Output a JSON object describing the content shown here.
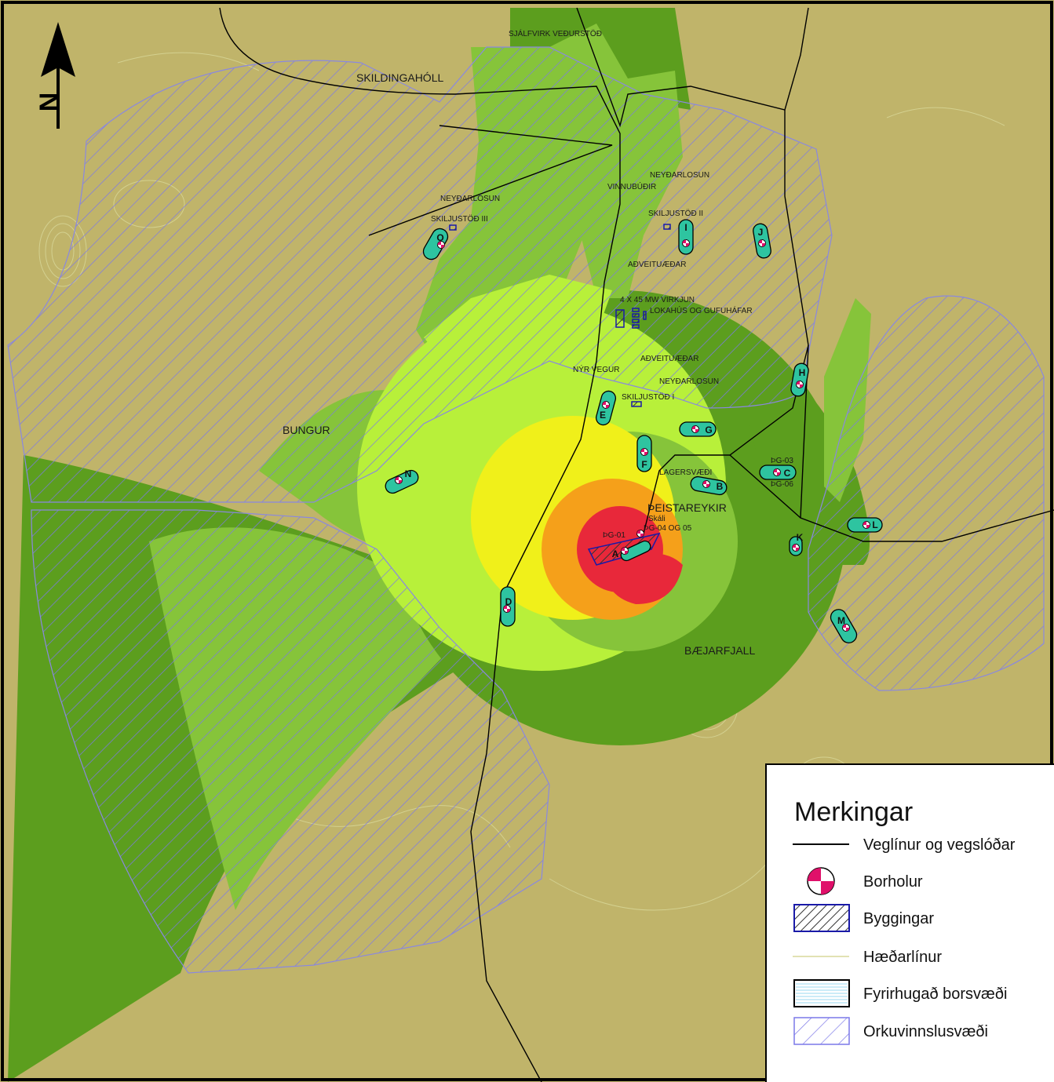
{
  "colors": {
    "background": "#c0b46a",
    "zone_outer": "#5c9e1e",
    "zone_mid": "#86c43a",
    "zone_light": "#b8f03a",
    "zone_yellow": "#f0f01a",
    "zone_orange": "#f5a01a",
    "zone_red": "#e8283a",
    "hatch": "#7b78e8",
    "road": "#000000",
    "contour": "#d8d89a",
    "well_pad": "#2ec4a0",
    "well_marker": "#e0106a",
    "building": "#1a1aa8"
  },
  "north_arrow": {
    "icon": "north-arrow-icon",
    "label": "N"
  },
  "place_labels": [
    "SJÁLFVIRK VEÐURSTÖÐ",
    "SKILDINGAHÓLL",
    "NEYÐARLOSUN",
    "VINNUBÚÐIR",
    "NEYÐARLOSUN",
    "SKILJUSTÖÐ III",
    "SKILJUSTÖÐ II",
    "AÐVEITUÆÐAR",
    "4 X 45 MW VIRKJUN",
    "LOKAHÚS OG GUFUHÁFAR",
    "AÐVEITUÆÐAR",
    "NEYÐARLOSUN",
    "NÝR VEGUR",
    "SKILJUSTÖÐ I",
    "BUNGUR",
    "LAGERSVÆÐI",
    "ÞEISTAREYKIR",
    "Skáli",
    "ÞG-04 OG 05",
    "ÞG-01",
    "ÞG-03",
    "ÞG-06",
    "BÆJARFJALL"
  ],
  "wells": [
    "A",
    "B",
    "C",
    "D",
    "E",
    "F",
    "G",
    "H",
    "I",
    "J",
    "K",
    "L",
    "M",
    "N",
    "O"
  ],
  "legend": {
    "title": "Merkingar",
    "items": [
      {
        "icon": "road-line-icon",
        "label": "Veglínur og vegslóðar"
      },
      {
        "icon": "borehole-icon",
        "label": "Borholur"
      },
      {
        "icon": "building-hatch-icon",
        "label": "Byggingar"
      },
      {
        "icon": "contour-line-icon",
        "label": "Hæðarlínur"
      },
      {
        "icon": "drill-area-icon",
        "label": "Fyrirhugað borsvæði"
      },
      {
        "icon": "energy-area-hatch-icon",
        "label": "Orkuvinnslusvæði"
      }
    ]
  }
}
